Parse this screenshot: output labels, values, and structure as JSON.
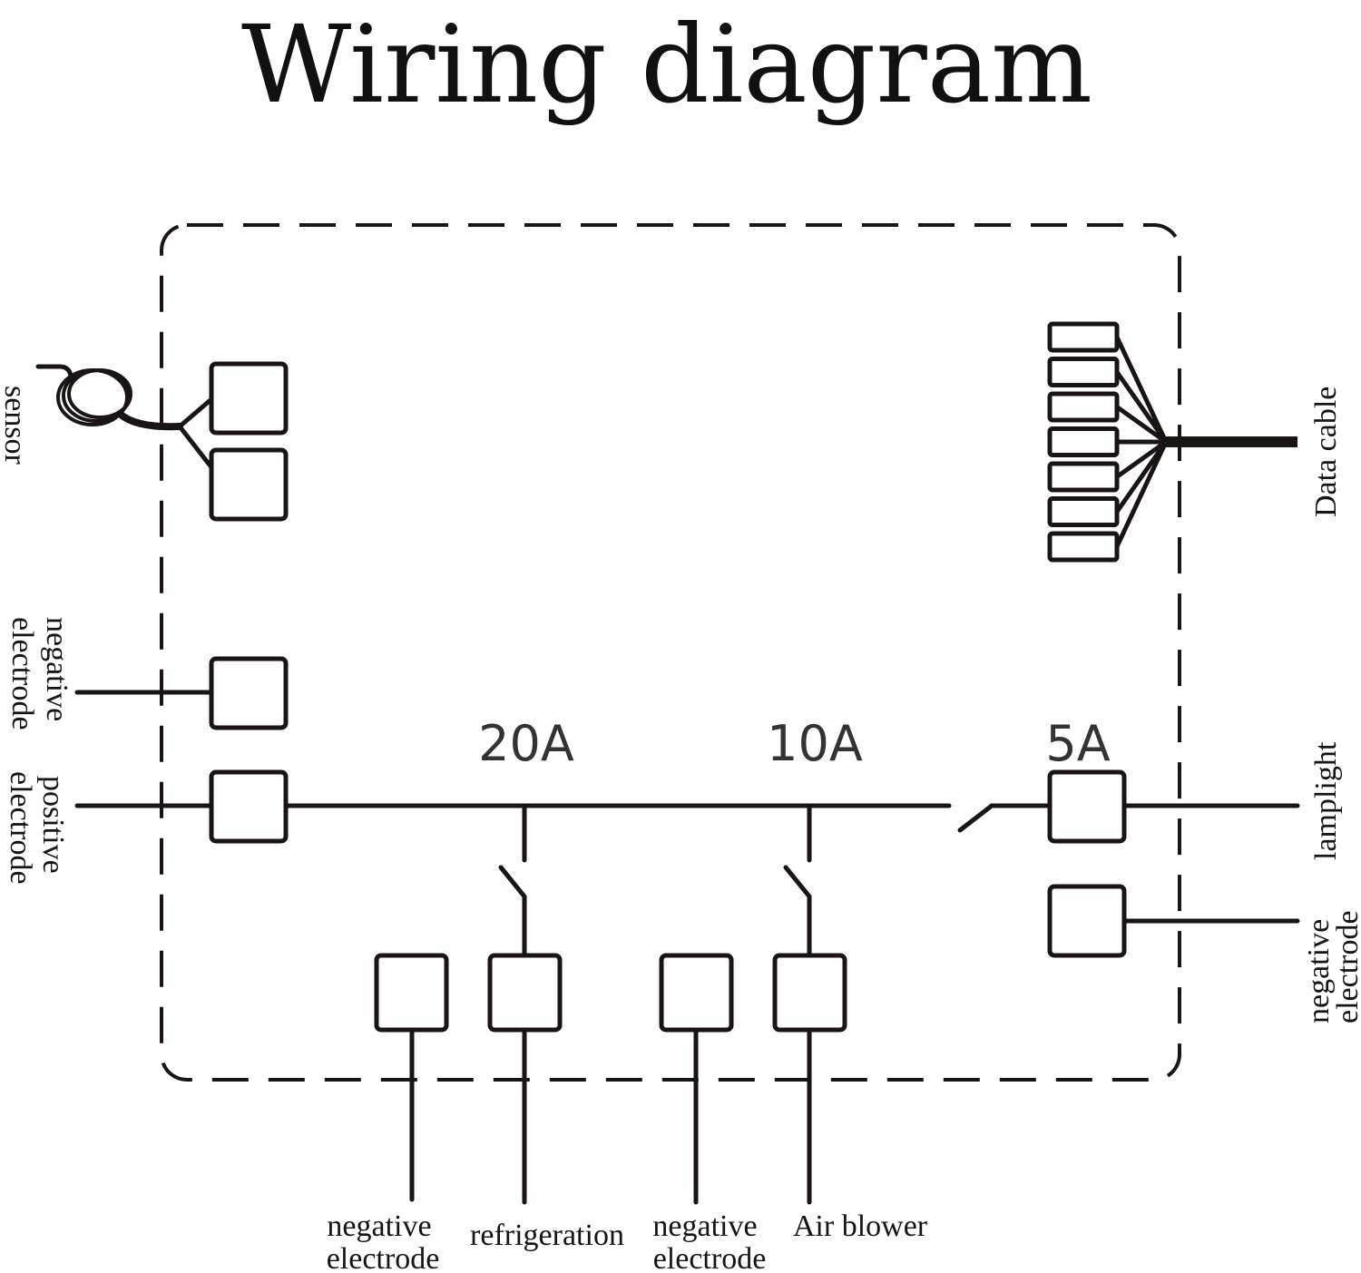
{
  "title": "Wiring diagram",
  "labels": {
    "sensor": "sensor",
    "data_cable": "Data cable",
    "left_negative": [
      "negative",
      "electrode"
    ],
    "left_positive": [
      "positive",
      "electrode"
    ],
    "lamplight": "lamplight",
    "right_negative": [
      "negative",
      "electrode"
    ],
    "bottom_negative_1": [
      "negative",
      "electrode"
    ],
    "refrigeration": "refrigeration",
    "bottom_negative_2": [
      "negative",
      "electrode"
    ],
    "air_blower": "Air blower"
  },
  "ratings": {
    "refrigeration": "20A",
    "air_blower": "10A",
    "lamplight": "5A"
  },
  "colors": {
    "line": "#1a1414",
    "text": "#151515",
    "rating_text": "#333333",
    "background": "#ffffff"
  }
}
